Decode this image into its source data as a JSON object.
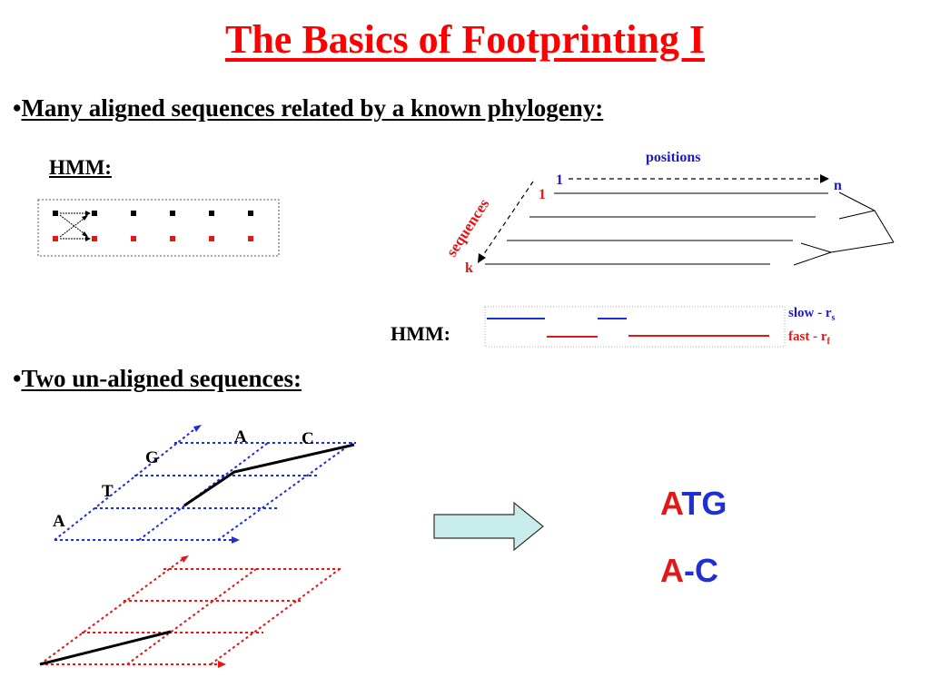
{
  "title": "The Basics of Footprinting I",
  "bullet_char": "•",
  "bullet1": "Many aligned sequences related by a known phylogeny:",
  "bullet2": "Two un-aligned sequences:",
  "hmm_label_top": "HMM:",
  "hmm_label_bottom": "HMM:",
  "alignment": {
    "positions_label": "positions",
    "sequences_label": "sequences",
    "pos_start": "1",
    "pos_end": "n",
    "seq_start": "1",
    "seq_end": "k"
  },
  "rates": {
    "slow_label": "slow  - r",
    "slow_sub": "s",
    "fast_label": "fast  - r",
    "fast_sub": "f"
  },
  "blue_grid_letters": [
    "A",
    "T",
    "G",
    "A",
    "C"
  ],
  "result": {
    "line1_first": "A",
    "line1_rest": "TG",
    "line2_first": "A",
    "line2_rest": "-C"
  },
  "colors": {
    "title": "#ff0000",
    "blue": "#1f2fd6",
    "red": "#e01818",
    "arrow_fill": "#c8ecec",
    "label_blue": "#1a1acc"
  }
}
